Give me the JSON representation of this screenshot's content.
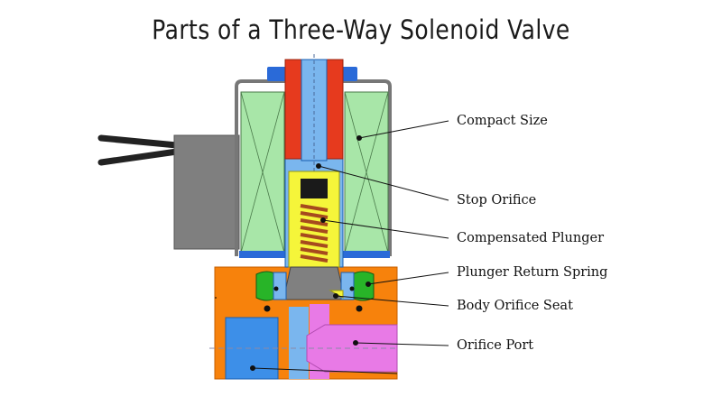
{
  "title": "Parts of a Three-Way Solenoid Valve",
  "labels": {
    "compact_size": "Compact Size",
    "stop_orifice": "Stop Orifice",
    "compensated_plunger": "Compensated Plunger",
    "plunger_return_spring": "Plunger Return Spring",
    "body_orifice_seat": "Body Orifice Seat",
    "orifice_port": "Orifice Port"
  },
  "colors": {
    "body": "#f7820c",
    "coil": "#a8e6a8",
    "core": "#e63a1e",
    "tube": "#7ab6ee",
    "plunger": "#f5f53a",
    "spring": "#a64a1e",
    "port": "#e87ae6",
    "seal": "#28b428",
    "housing": "#808080",
    "cap": "#2a6ad8"
  }
}
